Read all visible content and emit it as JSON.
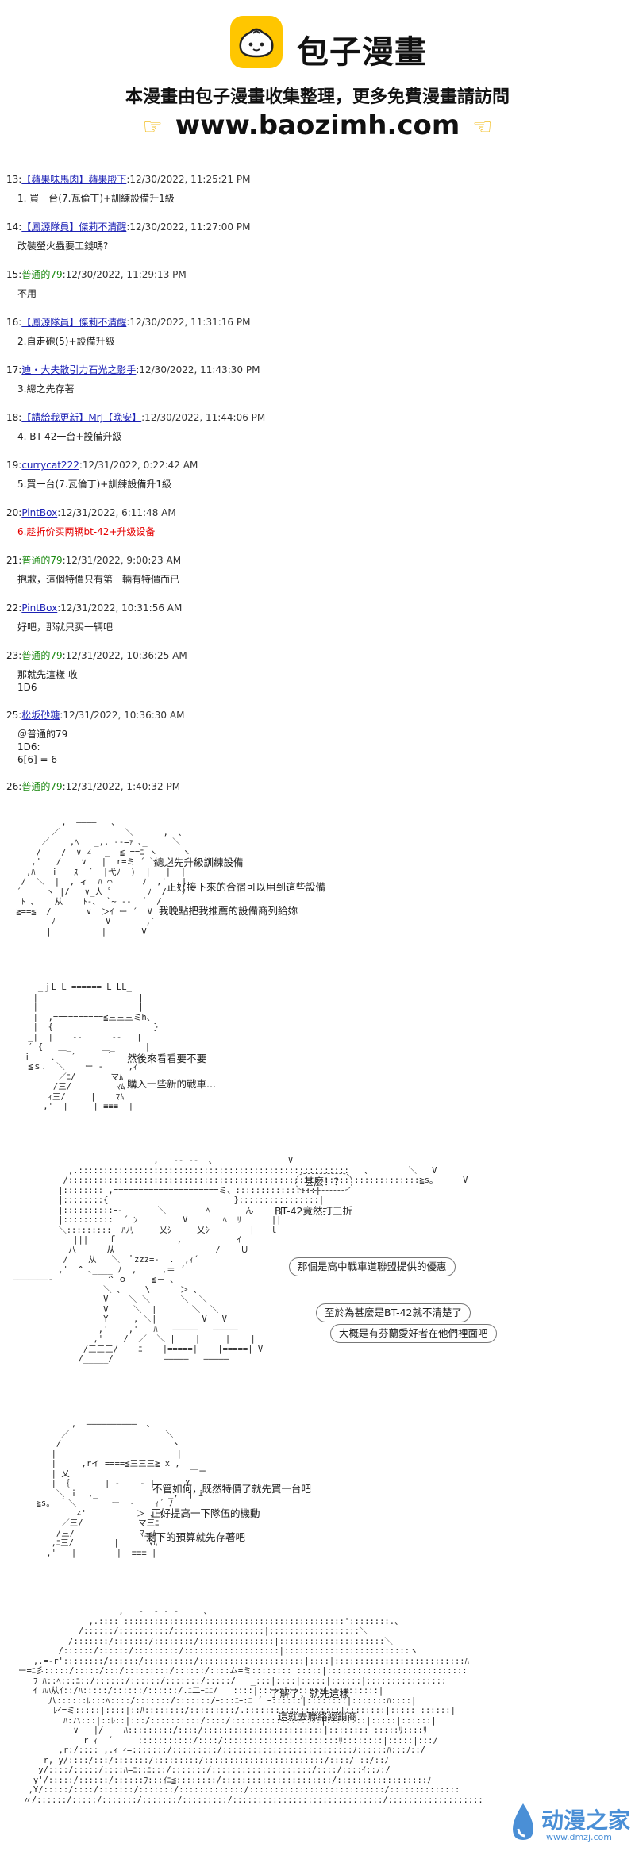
{
  "header": {
    "brand": "包子漫畫",
    "tagline": "本漫畫由包子漫畫收集整理，更多免費漫畫請訪問",
    "url": "www.baozimh.com"
  },
  "posts": [
    {
      "num": "13:",
      "name": "【蘋果味馬肉】蘋果殿下",
      "name_color": "link",
      "date": ":12/30/2022, 11:25:21 PM",
      "body": "1. 買一台(7.瓦倫丁)+訓練設備升1級"
    },
    {
      "num": "14:",
      "name": "【鳳源隊員】傑莉不清醒",
      "name_color": "link",
      "date": ":12/30/2022, 11:27:00 PM",
      "body": "改裝螢火蟲要工錢嗎?"
    },
    {
      "num": "15:",
      "name": "普通的79",
      "name_color": "green",
      "date": ":12/30/2022, 11:29:13 PM",
      "body": "不用"
    },
    {
      "num": "16:",
      "name": "【鳳源隊員】傑莉不清醒",
      "name_color": "link",
      "date": ":12/30/2022, 11:31:16 PM",
      "body": "2.自走砲(5)+設備升級"
    },
    {
      "num": "17:",
      "name": "迪・大夫散引力石光之影手",
      "name_color": "link",
      "date": ":12/30/2022, 11:43:30 PM",
      "body": "3.總之先存著"
    },
    {
      "num": "18:",
      "name": "【請給我更新】MrJ【晚安】",
      "name_color": "link",
      "date": ":12/30/2022, 11:44:06 PM",
      "body": "4. BT-42一台+設備升級"
    },
    {
      "num": "19:",
      "name": "currycat222",
      "name_color": "link",
      "date": ":12/31/2022, 0:22:42 AM",
      "body": "5.買一台(7.瓦倫丁)+訓練設備升1級"
    },
    {
      "num": "20:",
      "name": "PintBox",
      "name_color": "link",
      "date": ":12/31/2022, 6:11:48 AM",
      "body": "6.趁折价买两辆bt-42+升级设备",
      "red": true
    },
    {
      "num": "21:",
      "name": "普通的79",
      "name_color": "green",
      "date": ":12/31/2022, 9:00:23 AM",
      "body": "抱歉，這個特價只有第一輛有特價而已"
    },
    {
      "num": "22:",
      "name": "PintBox",
      "name_color": "link",
      "date": ":12/31/2022, 10:31:56 AM",
      "body": "好吧，那就只买一辆吧"
    },
    {
      "num": "23:",
      "name": "普通的79",
      "name_color": "green",
      "date": ":12/31/2022, 10:36:25 AM",
      "body": "那就先這樣 收\n1D6"
    },
    {
      "num": "25:",
      "name": "松坂砂糖",
      "name_color": "link",
      "date": ":12/31/2022, 10:36:30 AM",
      "body": "＠普通的79\n1D6:\n6[6] = 6"
    },
    {
      "num": "26:",
      "name": "普通的79",
      "name_color": "green",
      "date": ":12/31/2022, 1:40:32 PM",
      "body": ""
    }
  ],
  "panel1": {
    "lines": [
      "總之先升級訓練設備",
      "正好接下來的合宿可以用到這些設備",
      "我晚點把我推薦的設備商列給妳"
    ]
  },
  "panel2": {
    "lines": [
      "然後來看看要不要",
      "購入一些新的戰車..."
    ]
  },
  "panel3": {
    "shout": "甚麼！？",
    "note": "BT-42竟然打三折",
    "lines": [
      "那個是高中戰車道聯盟提供的優惠",
      "至於為甚麼是BT-42就不清楚了",
      "大概是有芬蘭愛好者在他們裡面吧"
    ]
  },
  "panel4": {
    "lines": [
      "不管如何，既然特價了就先買一台吧",
      "正好提高一下隊伍的機動",
      "剩下的預算就先存著吧"
    ]
  },
  "panel5": {
    "lines": [
      "了解了，就先這樣",
      "這就去聯絡經銷商"
    ]
  },
  "watermark": {
    "text": "动漫之家",
    "sub": "www.dmzj.com"
  },
  "colors": {
    "brand_yellow": "#ffc600",
    "link": "#1d22b5",
    "green": "#1c8a12",
    "red": "#e60000",
    "watermark": "#4a8fd6"
  }
}
